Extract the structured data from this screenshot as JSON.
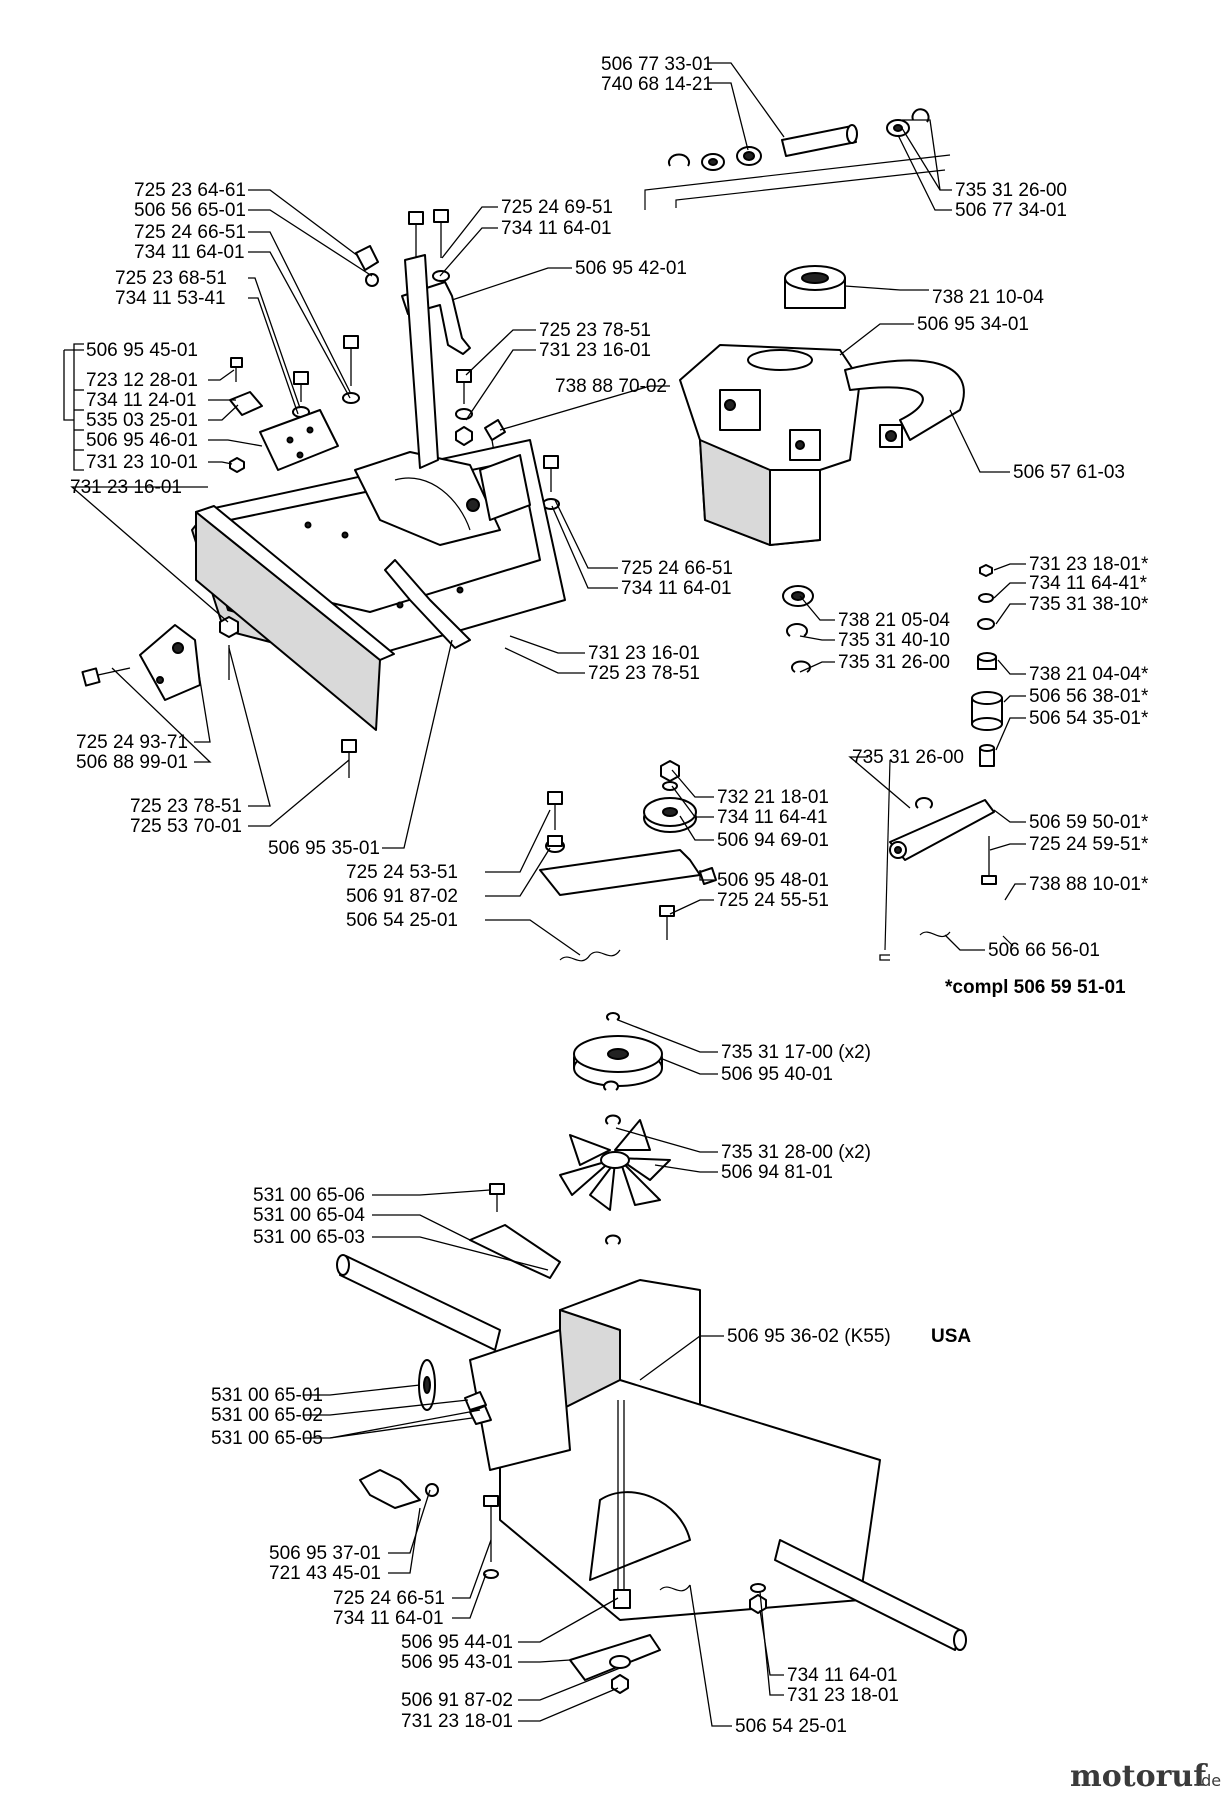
{
  "labels": {
    "l01": "506 77 33-01",
    "l02": "740 68 14-21",
    "l03": "735 31 26-00",
    "l04": "506 77 34-01",
    "l05": "725 23 64-61",
    "l06": "506 56 65-01",
    "l07": "725 24 66-51",
    "l08": "734 11 64-01",
    "l09": "725 23 68-51",
    "l10": "734 11 53-41",
    "l11": "725 24 69-51",
    "l12": "734 11 64-01",
    "l13": "506 95 42-01",
    "l14": "738 21 10-04",
    "l15": "506 95 34-01",
    "l16": "506 95 45-01",
    "l17": "723 12 28-01",
    "l18": "734 11 24-01",
    "l19": "535 03 25-01",
    "l20": "506 95 46-01",
    "l21": "731 23 10-01",
    "l22": "725 23 78-51",
    "l23": "731 23 16-01",
    "l24": "738 88 70-02",
    "l25": "506 57 61-03",
    "l26": "731 23 16-01",
    "l27": "725 24 66-51",
    "l28": "734 11 64-01",
    "l29": "731 23 18-01*",
    "l30": "734 11 64-41*",
    "l31": "735 31 38-10*",
    "l32": "738 21 05-04",
    "l33": "735 31 40-10",
    "l34": "735 31 26-00",
    "l35": "738 21 04-04*",
    "l36": "506 56 38-01*",
    "l37": "506 54 35-01*",
    "l38": "731 23 16-01",
    "l39": "725 23 78-51",
    "l40": "725 24 93-71",
    "l41": "506 88 99-01",
    "l42": "735 31 26-00",
    "l43": "732 21 18-01",
    "l44": "734 11 64-41",
    "l45": "506 94 69-01",
    "l46": "506 59 50-01*",
    "l47": "725 24 59-51*",
    "l48": "725 23 78-51",
    "l49": "725 53 70-01",
    "l50": "506 95 35-01",
    "l51": "725 24 53-51",
    "l52": "506 91 87-02",
    "l53": "506 54 25-01",
    "l54": "506 95 48-01",
    "l55": "725 24 55-51",
    "l56": "738 88 10-01*",
    "l57": "506 66 56-01",
    "l58": "735 31 17-00 (x2)",
    "l59": "506 95 40-01",
    "l60": "735 31 28-00 (x2)",
    "l61": "506 94 81-01",
    "l62": "531 00 65-06",
    "l63": "531 00 65-04",
    "l64": "531 00 65-03",
    "l65": "506 95 36-02 (K55)",
    "l66": "531 00 65-01",
    "l67": "531 00 65-02",
    "l68": "531 00 65-05",
    "l69": "506 95 37-01",
    "l70": "721 43 45-01",
    "l71": "725 24 66-51",
    "l72": "734 11 64-01",
    "l73": "506 95 44-01",
    "l74": "506 95 43-01",
    "l75": "734 11 64-01",
    "l76": "731 23 18-01",
    "l77": "506 54 25-01",
    "l78": "506 91 87-02",
    "l79": "731 23 18-01"
  },
  "usa_tag": "USA",
  "compl_note": "*compl 506 59 51-01",
  "watermark": {
    "brand": "motoruf",
    "suffix": ".de"
  }
}
